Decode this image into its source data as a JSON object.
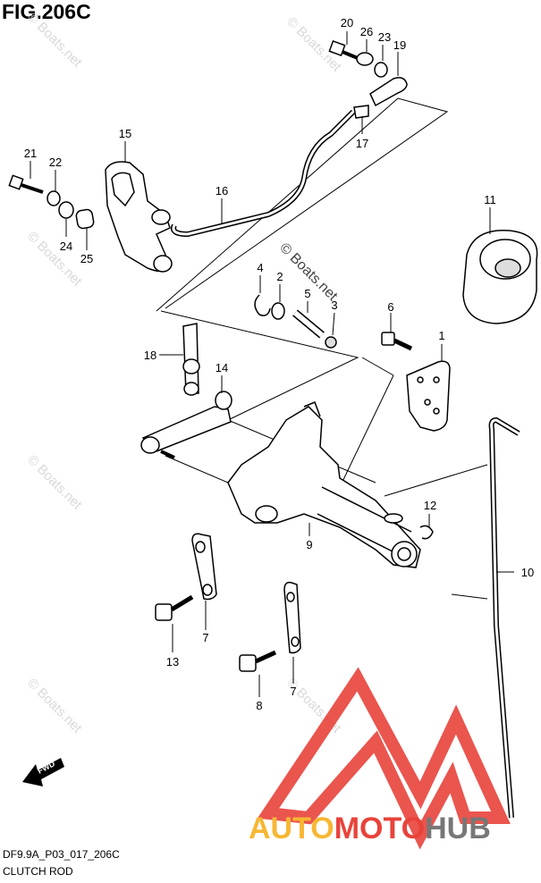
{
  "figure": {
    "title": "FIG.206C",
    "code": "DF9.9A_P03_017_206C",
    "name": "CLUTCH ROD"
  },
  "watermark": {
    "text": "© Boats.net",
    "center_text": "© Boats.net"
  },
  "fwd_label": "FWD",
  "brand": {
    "part1": "AUTO",
    "part2": "MOTO",
    "part3": "HUB",
    "color1": "#f7b733",
    "color2": "#e8433b",
    "color3": "#777777"
  },
  "colors": {
    "line": "#000000",
    "logo_red": "#e8433b"
  },
  "callouts": [
    {
      "id": "c20",
      "label": "20"
    },
    {
      "id": "c26",
      "label": "26"
    },
    {
      "id": "c23",
      "label": "23"
    },
    {
      "id": "c19",
      "label": "19"
    },
    {
      "id": "c17",
      "label": "17"
    },
    {
      "id": "c15",
      "label": "15"
    },
    {
      "id": "c21",
      "label": "21"
    },
    {
      "id": "c22",
      "label": "22"
    },
    {
      "id": "c16",
      "label": "16"
    },
    {
      "id": "c11",
      "label": "11"
    },
    {
      "id": "c24",
      "label": "24"
    },
    {
      "id": "c25",
      "label": "25"
    },
    {
      "id": "c4",
      "label": "4"
    },
    {
      "id": "c2",
      "label": "2"
    },
    {
      "id": "c5",
      "label": "5"
    },
    {
      "id": "c3",
      "label": "3"
    },
    {
      "id": "c6",
      "label": "6"
    },
    {
      "id": "c1",
      "label": "1"
    },
    {
      "id": "c18",
      "label": "18"
    },
    {
      "id": "c14",
      "label": "14"
    },
    {
      "id": "c12",
      "label": "12"
    },
    {
      "id": "c9",
      "label": "9"
    },
    {
      "id": "c10",
      "label": "10"
    },
    {
      "id": "c7a",
      "label": "7"
    },
    {
      "id": "c13",
      "label": "13"
    },
    {
      "id": "c7b",
      "label": "7"
    },
    {
      "id": "c8",
      "label": "8"
    }
  ]
}
